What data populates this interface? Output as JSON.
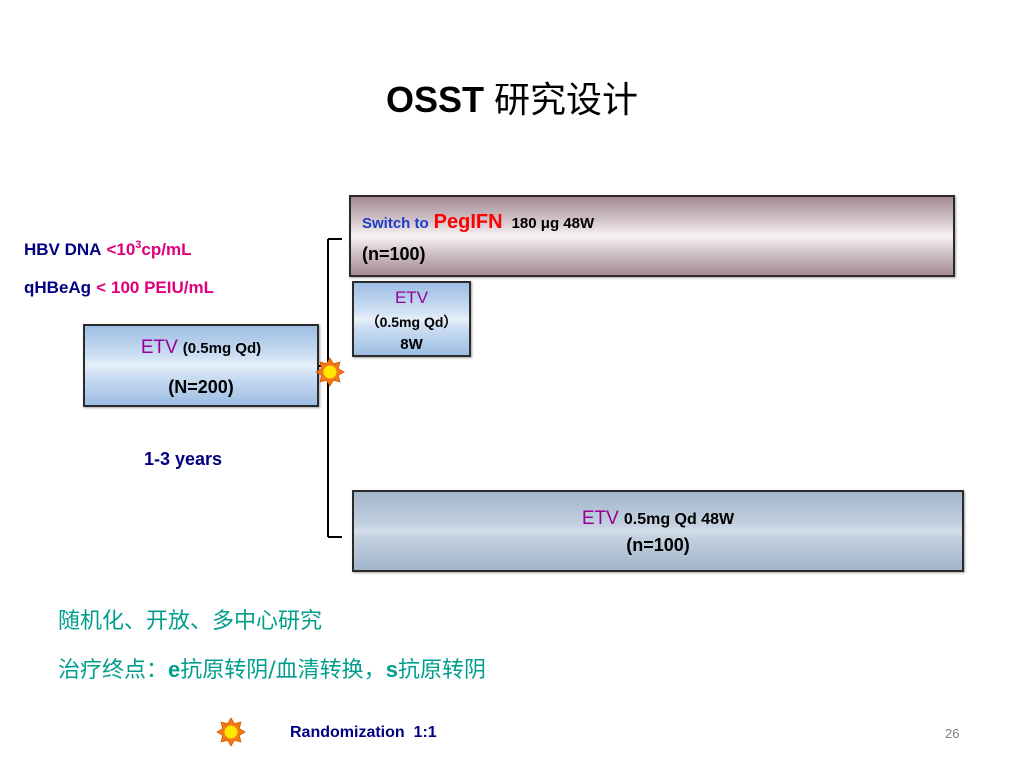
{
  "slide": {
    "title": {
      "latin": "OSST",
      "cjk": "研究设计"
    },
    "criteria": {
      "hbv_label": "HBV DNA",
      "hbv_value": "<10",
      "hbv_exponent": "3",
      "hbv_unit": "cp/mL",
      "hbeag_label": "qHBeAg",
      "hbeag_operator": "<",
      "hbeag_value": "100 PEIU/mL"
    },
    "baseline_arm": {
      "drug": "ETV",
      "dose": "(0.5mg Qd)",
      "n": "(N=200)"
    },
    "duration": "1-3 years",
    "switch_arm": {
      "prefix": "Switch to",
      "drug": "PegIFN",
      "dose": "180 μg 48W",
      "n": "(n=100)"
    },
    "overlap_arm": {
      "drug": "ETV",
      "dose": "（0.5mg Qd）",
      "duration": "8W"
    },
    "continue_arm": {
      "drug": "ETV",
      "dose": "0.5mg Qd 48W",
      "n": "(n=100)"
    },
    "notes": {
      "design": "随机化、开放、多中心研究",
      "endpoint_label": "治疗终点：",
      "endpoint_e": "e",
      "endpoint_e_text": "抗原转阴/血清转换，",
      "endpoint_s": "s",
      "endpoint_s_text": "抗原转阴"
    },
    "legend": {
      "label": "Randomization  1:1"
    },
    "page_number": "26"
  },
  "icons": {
    "randomization_marker": "sun-burst-icon"
  },
  "colors": {
    "navy": "#000080",
    "magenta": "#e0007a",
    "purple": "#990099",
    "blue": "#1a3cc8",
    "red": "#ff0000",
    "teal": "#009e8c",
    "gray": "#7f7f7f"
  }
}
